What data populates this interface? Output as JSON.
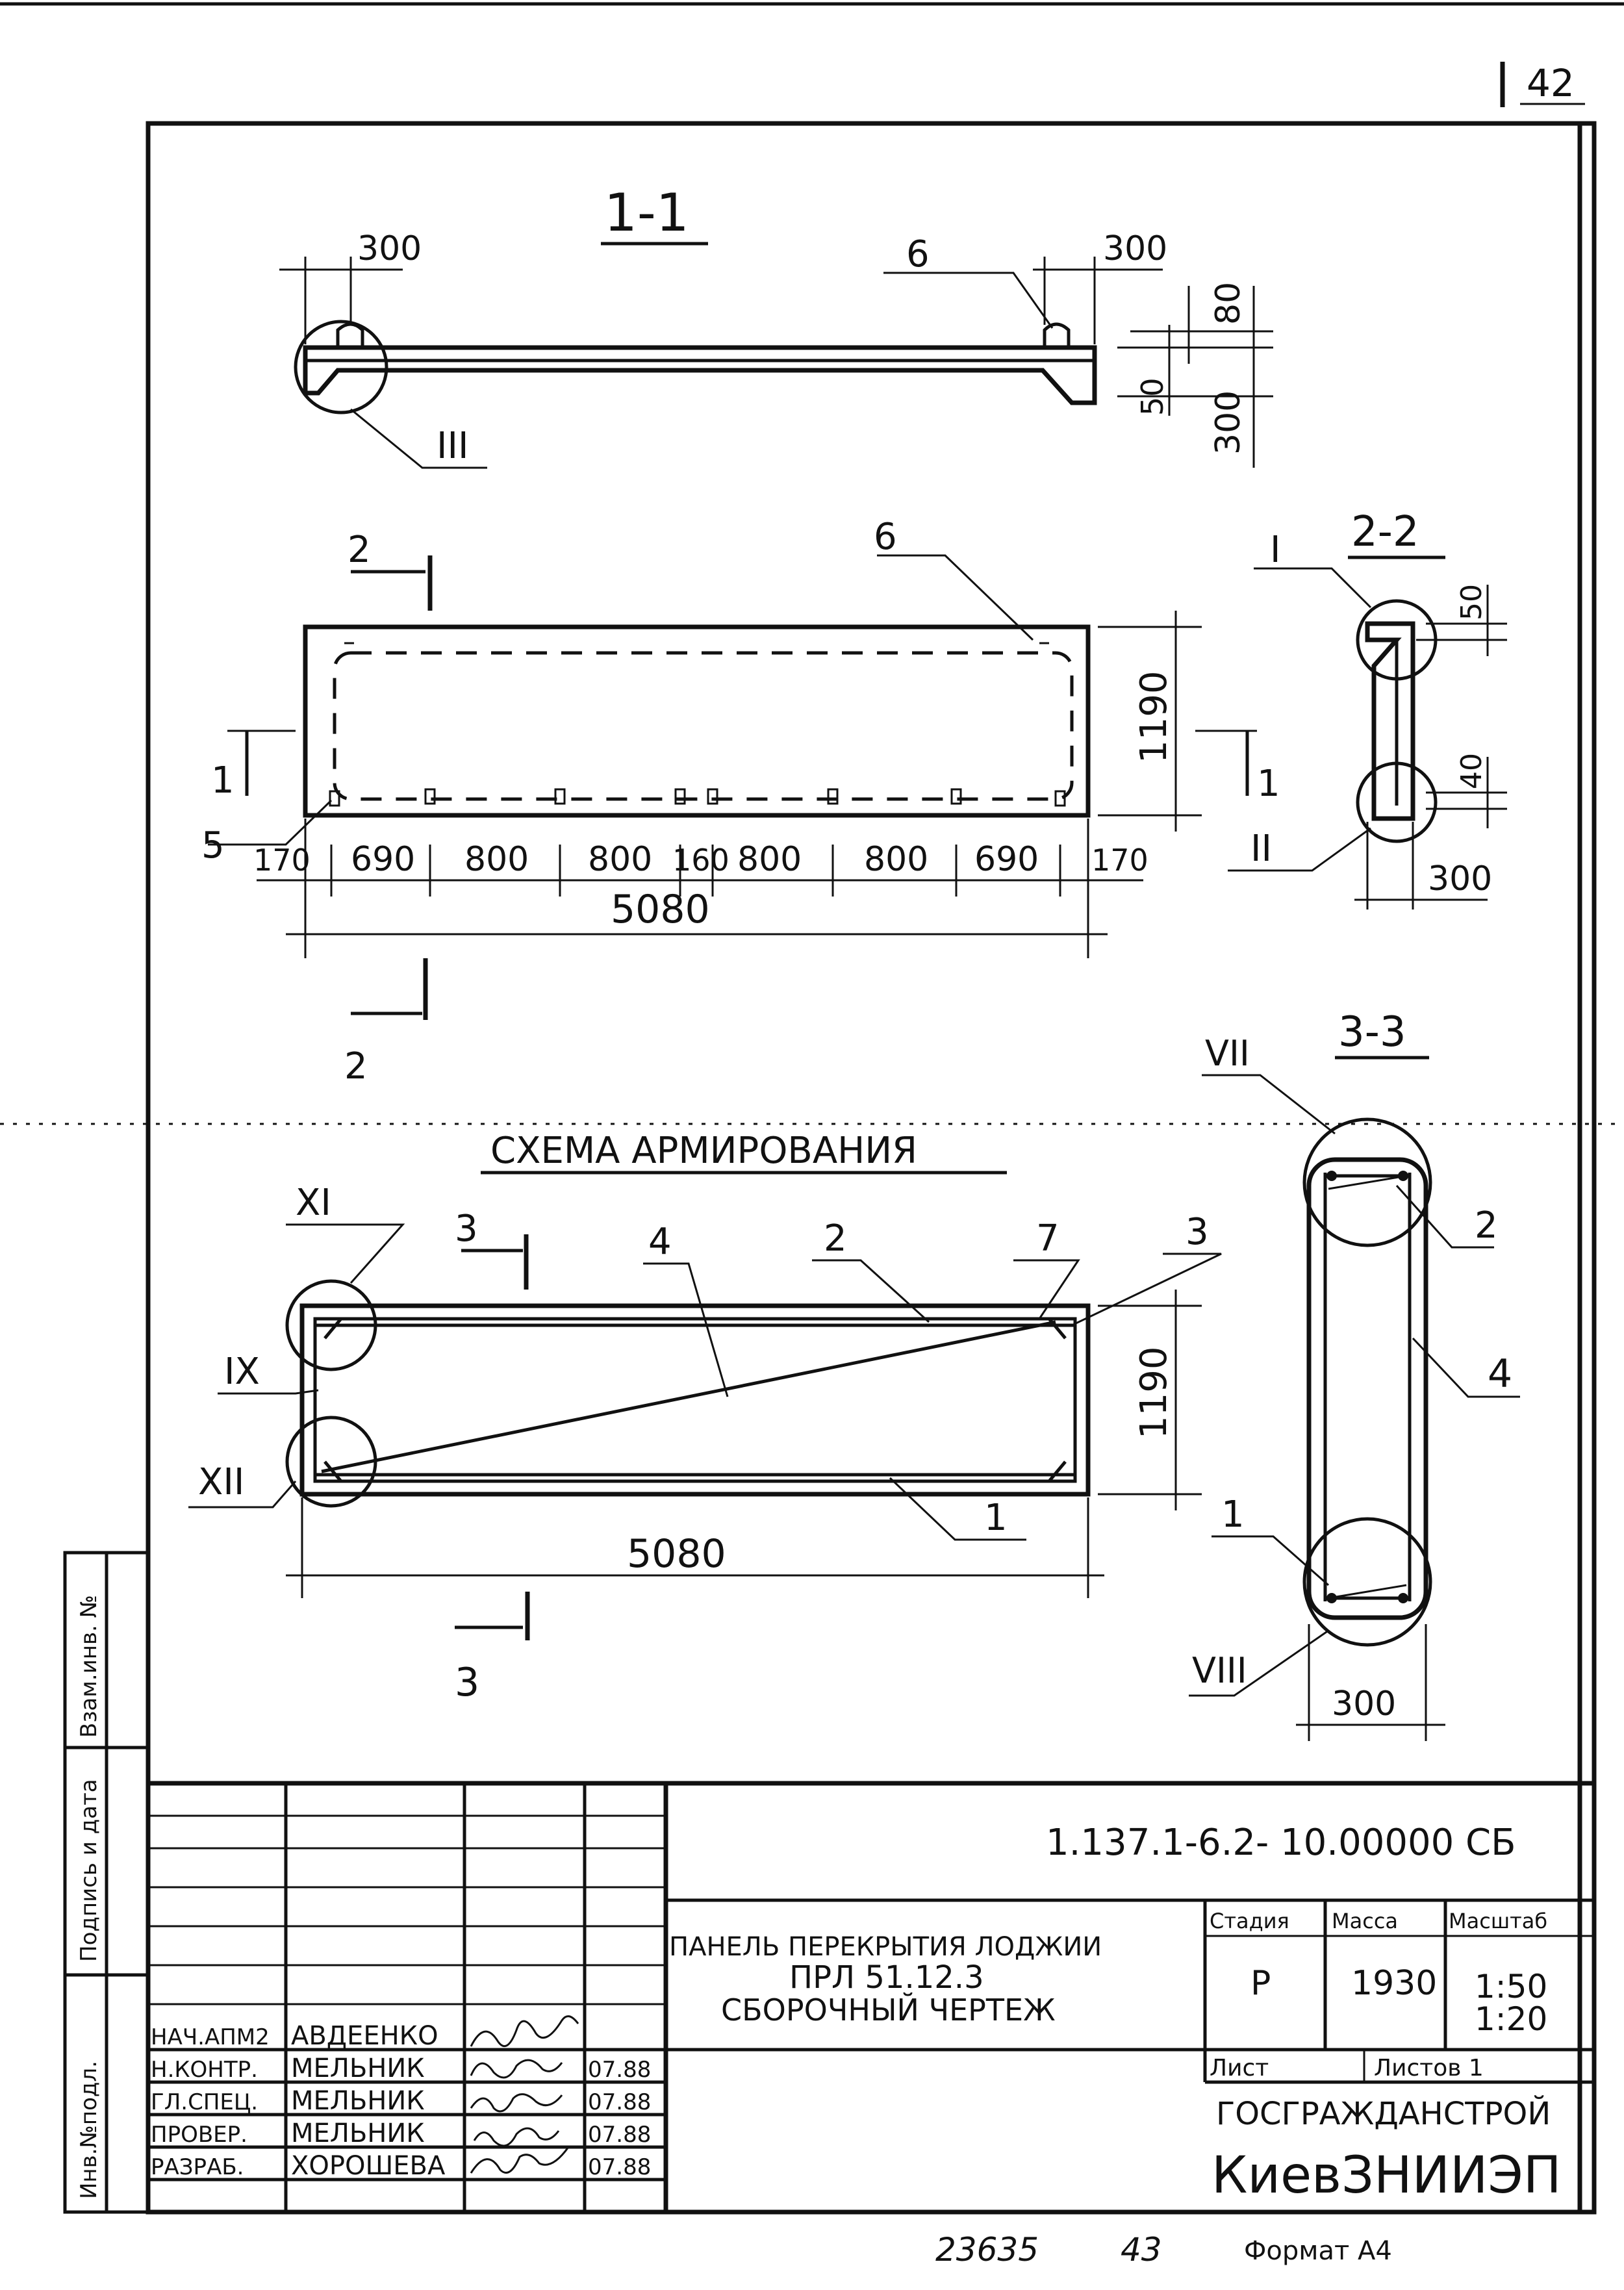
{
  "sheet": {
    "page_number": "42",
    "bottom_number": "23635",
    "bottom_sheet": "43",
    "format": "Формат А4"
  },
  "side_stamp": {
    "vzam": "Взам.инв. №",
    "podpis": "Подпись и дата",
    "inv": "Инв.№подл."
  },
  "section_1_1": {
    "title": "1-1",
    "dim_left": "300",
    "dim_right": "300",
    "pos": "6",
    "dim_80": "80",
    "dim_50": "50",
    "dim_300": "300",
    "node": "III"
  },
  "plan": {
    "cut_top": "2",
    "cut_bottom": "2",
    "cut_left": "1",
    "cut_right": "1",
    "pos_6": "6",
    "pos_5": "5",
    "height": "1190",
    "dims": [
      "170",
      "690",
      "800",
      "800",
      "160",
      "800",
      "800",
      "690",
      "170"
    ],
    "total": "5080"
  },
  "section_2_2": {
    "title": "2-2",
    "node_top": "I",
    "node_bottom": "II",
    "dim_50": "50",
    "dim_40": "40",
    "dim_300": "300"
  },
  "scheme": {
    "title": "СХЕМА АРМИРОВАНИЯ",
    "cut_top": "3",
    "cut_bottom": "3",
    "pos_4": "4",
    "pos_2": "2",
    "pos_7": "7",
    "pos_3": "3",
    "pos_1": "1",
    "node_xi": "XI",
    "node_ix": "IX",
    "node_xii": "XII",
    "height": "1190",
    "total": "5080"
  },
  "section_3_3": {
    "title": "3-3",
    "node_top": "VII",
    "node_bottom": "VIII",
    "pos_2": "2",
    "pos_4": "4",
    "pos_1": "1",
    "dim_300": "300"
  },
  "title_block": {
    "doc_code": "1.137.1-6.2- 10.00000 СБ",
    "name_line1": "ПАНЕЛЬ ПЕРЕКРЫТИЯ ЛОДЖИИ",
    "name_line2": "ПРЛ 51.12.3",
    "name_line3": "СБОРОЧНЫЙ ЧЕРТЕЖ",
    "stage_label": "Стадия",
    "mass_label": "Масса",
    "scale_label": "Масштаб",
    "stage": "Р",
    "mass": "1930",
    "scale1": "1:50",
    "scale2": "1:20",
    "sheet_label": "Лист",
    "sheets_label": "Листов 1",
    "org1": "ГОСГРАЖДАНСТРОЙ",
    "org2": "КиевЗНИИЭП",
    "rows": [
      {
        "role": "НАЧ.АПМ2",
        "name": "АВДЕЕНКО",
        "date": ""
      },
      {
        "role": "Н.КОНТР.",
        "name": "МЕЛЬНИК",
        "date": "07.88"
      },
      {
        "role": "ГЛ.СПЕЦ.",
        "name": "МЕЛЬНИК",
        "date": "07.88"
      },
      {
        "role": "ПРОВЕР.",
        "name": "МЕЛЬНИК",
        "date": "07.88"
      },
      {
        "role": "РАЗРАБ.",
        "name": "ХОРОШЕВА",
        "date": "07.88"
      }
    ]
  }
}
